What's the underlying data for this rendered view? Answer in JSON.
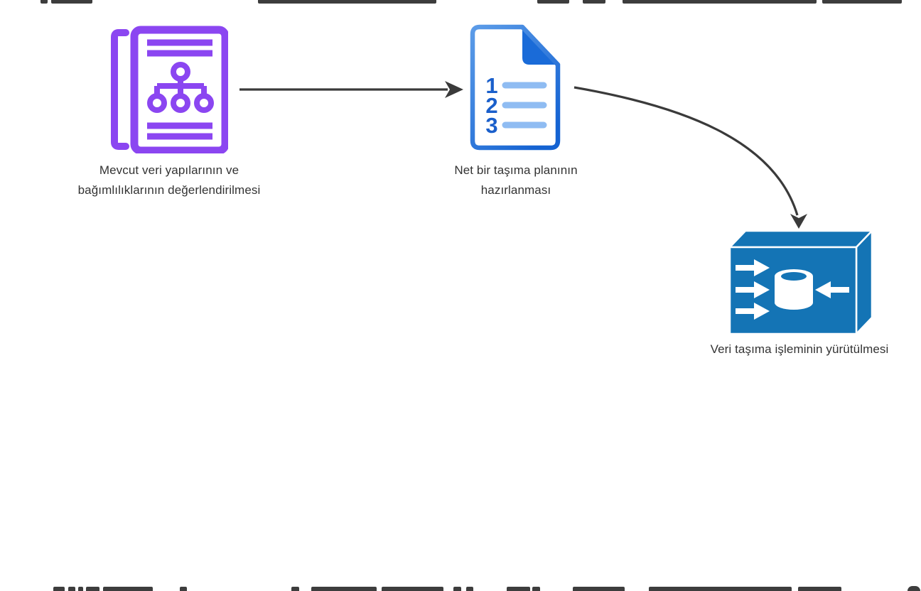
{
  "diagram": {
    "type": "flow",
    "nodes": [
      {
        "id": "assess",
        "icon": "org-chart-document-icon",
        "label_line1": "Mevcut veri yapılarının ve",
        "label_line2": "bağımlılıklarının değerlendirilmesi"
      },
      {
        "id": "plan",
        "icon": "numbered-list-document-icon",
        "list_numbers": [
          "1",
          "2",
          "3"
        ],
        "label_line1": "Net bir taşıma planının",
        "label_line2": "hazırlanması"
      },
      {
        "id": "execute",
        "icon": "data-migration-box-icon",
        "label": "Veri taşıma işleminin yürütülmesi"
      }
    ],
    "connectors": [
      {
        "from": "assess",
        "to": "plan",
        "shape": "straight-arrow"
      },
      {
        "from": "plan",
        "to": "execute",
        "shape": "curved-arrow"
      }
    ]
  },
  "colors": {
    "connector": "#3A3A3A",
    "label_text": "#333333",
    "purple_icon": "#8B46F1",
    "doc_outline_light": "#5C9CE8",
    "doc_outline_dark": "#1563D2",
    "doc_fold": "#1A6BD8",
    "doc_list_line": "#8FBCF2",
    "doc_number": "#1A5FCB",
    "box_blue": "#1474B5",
    "box_white": "#FFFFFF",
    "cropped_text": "#3D3D3D"
  }
}
